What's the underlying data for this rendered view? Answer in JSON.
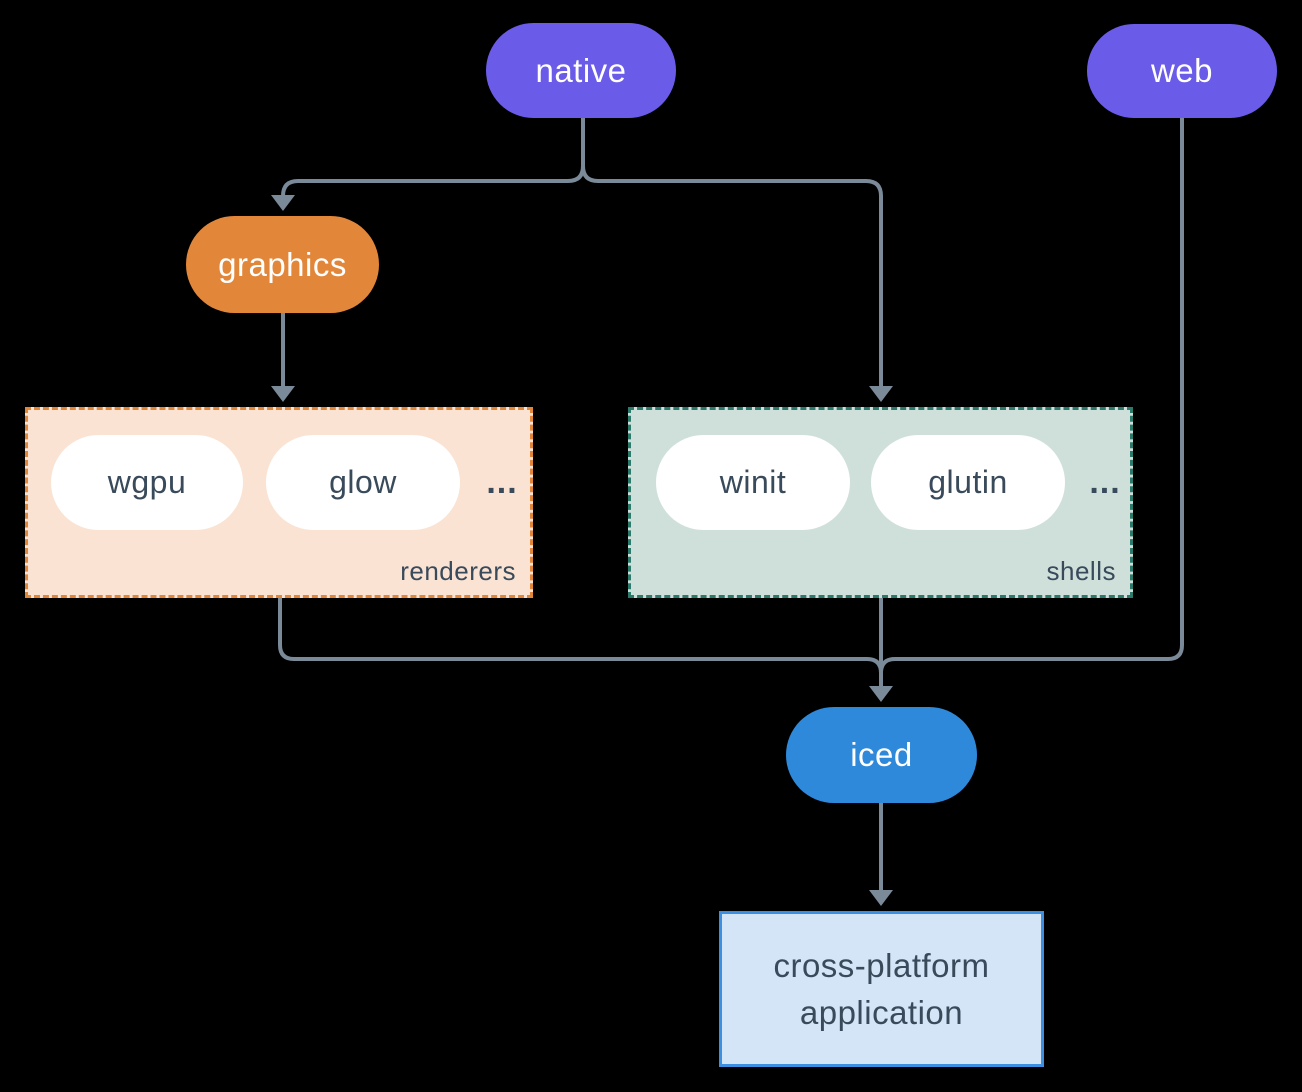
{
  "nodes": {
    "native": {
      "label": "native",
      "color": "#6a5ce8"
    },
    "web": {
      "label": "web",
      "color": "#6a5ce8"
    },
    "graphics": {
      "label": "graphics",
      "color": "#e2873a"
    },
    "iced": {
      "label": "iced",
      "color": "#2e89da"
    },
    "application": {
      "line1": "cross-platform",
      "line2": "application",
      "fill": "#d3e5f6",
      "border": "#3d8fe2"
    }
  },
  "groups": {
    "renderers": {
      "label": "renderers",
      "pills": [
        "wgpu",
        "glow"
      ],
      "ellipsis": "...",
      "fill": "#fae3d3",
      "border": "#e2873a"
    },
    "shells": {
      "label": "shells",
      "pills": [
        "winit",
        "glutin"
      ],
      "ellipsis": "...",
      "fill": "#cfe0da",
      "border": "#2c7a6b"
    }
  },
  "edges": [
    {
      "from": "native",
      "to": "graphics"
    },
    {
      "from": "native",
      "to": "shells"
    },
    {
      "from": "graphics",
      "to": "renderers"
    },
    {
      "from": "renderers",
      "to": "iced"
    },
    {
      "from": "shells",
      "to": "iced"
    },
    {
      "from": "web",
      "to": "iced"
    },
    {
      "from": "iced",
      "to": "application"
    }
  ],
  "colors": {
    "connector": "#7b8a99",
    "pill_text": "#ffffff",
    "dark_text": "#394a5b",
    "background": "#000000"
  }
}
